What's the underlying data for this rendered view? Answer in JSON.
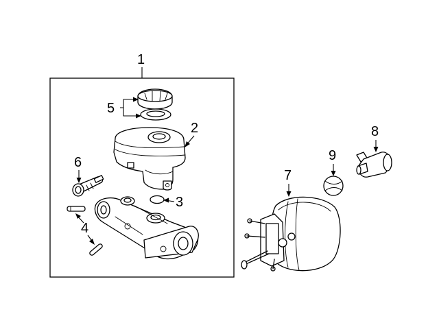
{
  "callouts": {
    "c1": "1",
    "c2": "2",
    "c3": "3",
    "c4": "4",
    "c5": "5",
    "c6": "6",
    "c7": "7",
    "c8": "8",
    "c9": "9"
  },
  "parts": [
    {
      "callout": "1",
      "name": "master-cylinder-assembly"
    },
    {
      "callout": "2",
      "name": "reservoir"
    },
    {
      "callout": "3",
      "name": "o-ring"
    },
    {
      "callout": "4",
      "name": "pins"
    },
    {
      "callout": "5",
      "name": "cap-and-seal"
    },
    {
      "callout": "6",
      "name": "fluid-level-sensor"
    },
    {
      "callout": "7",
      "name": "power-brake-booster"
    },
    {
      "callout": "8",
      "name": "check-valve"
    },
    {
      "callout": "9",
      "name": "grommet"
    }
  ]
}
